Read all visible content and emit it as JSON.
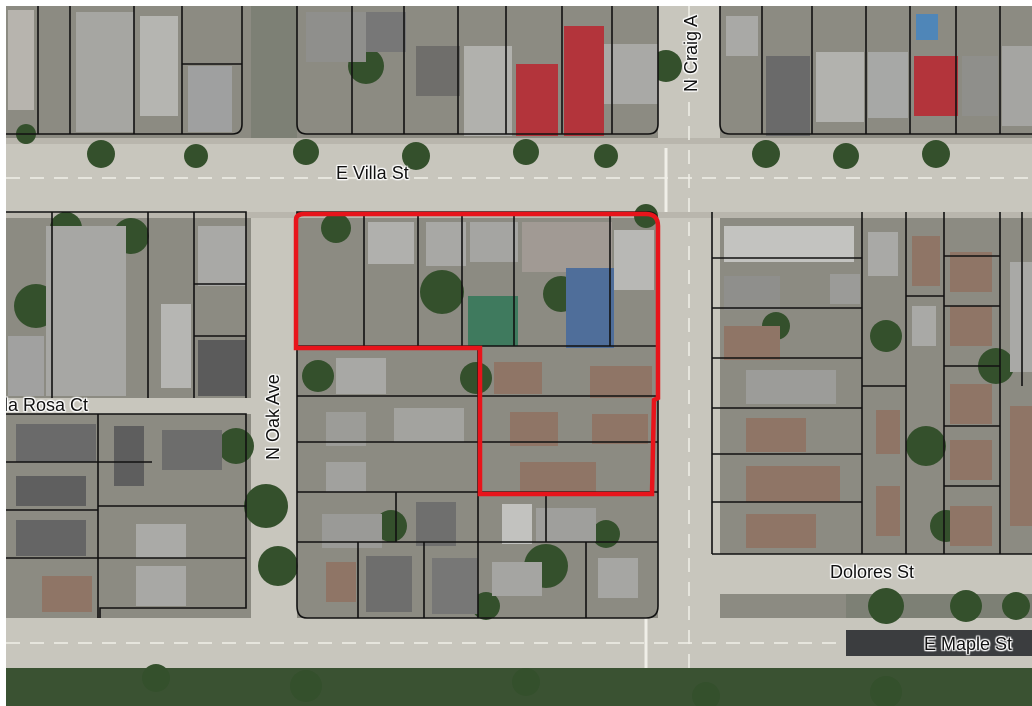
{
  "map": {
    "streets": {
      "e_villa_st": "E Villa St",
      "n_oak_ave": "N Oak Ave",
      "dolores_st": "Dolores St",
      "e_maple_st": "E Maple St",
      "n_craig": "N Craig A",
      "rosa_ct": "la Rosa Ct"
    },
    "colors": {
      "highlight": "#e8141b",
      "parcel_line": "#111111",
      "road": "#c9c7bf",
      "vegetation": "#2f4a2a",
      "roof_gray": "#a9a9a6",
      "roof_red": "#b3343b",
      "roof_brown": "#8f7566",
      "pool": "#4f86b8"
    }
  }
}
